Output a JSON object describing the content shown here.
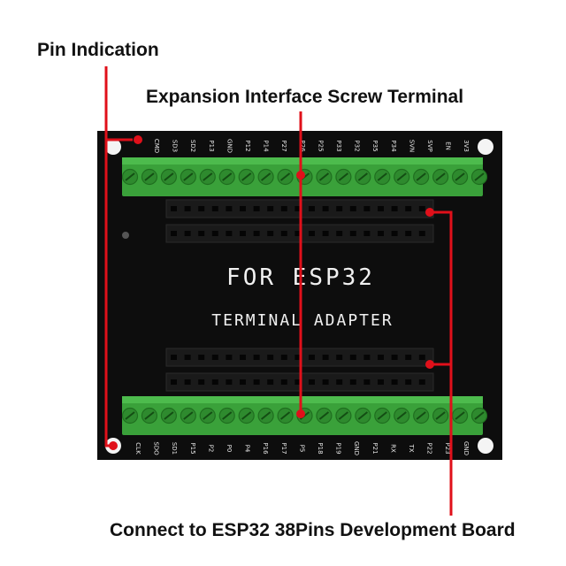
{
  "labels": {
    "pin_indication": "Pin Indication",
    "expansion": "Expansion Interface Screw Terminal",
    "connect": "Connect to ESP32 38Pins Development Board"
  },
  "board": {
    "title": "FOR ESP32",
    "subtitle": "TERMINAL ADAPTER"
  },
  "top_pins": [
    "CMD",
    "SD3",
    "SD2",
    "P13",
    "GND",
    "P12",
    "P14",
    "P27",
    "P26",
    "P25",
    "P33",
    "P32",
    "P35",
    "P34",
    "SVN",
    "SVP",
    "EN",
    "3V3"
  ],
  "bottom_pins": [
    "CLK",
    "SDO",
    "SD1",
    "P15",
    "P2",
    "P0",
    "P4",
    "P16",
    "P17",
    "P5",
    "P18",
    "P19",
    "GND",
    "P21",
    "RX",
    "TX",
    "P22",
    "P23",
    "GND"
  ],
  "colors": {
    "board": "#0d0d0d",
    "terminal": "#3aa13a",
    "terminal_dark": "#1f6e1f",
    "leader": "#e0101a"
  }
}
